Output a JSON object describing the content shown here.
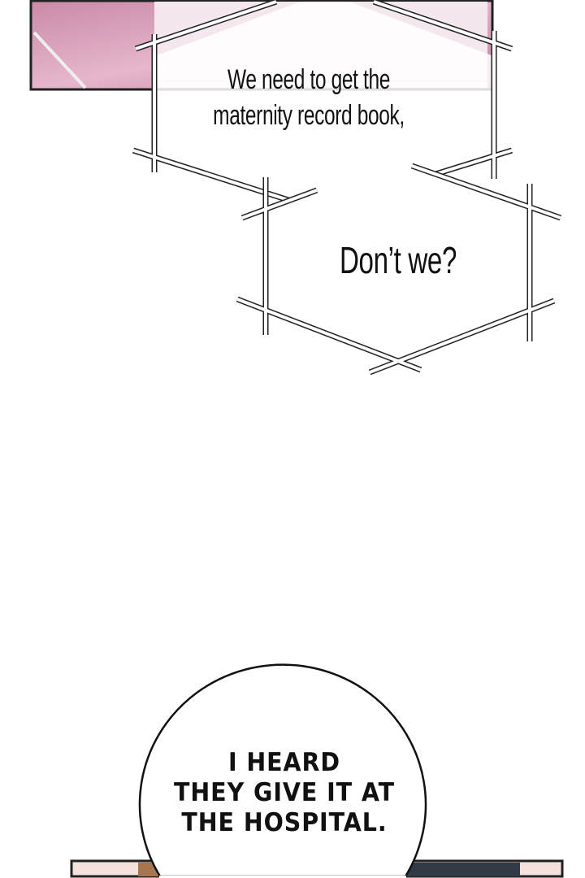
{
  "bubbles": {
    "first": [
      "We need to get the",
      "maternity record book,"
    ],
    "second": "Don’t we?",
    "third": [
      "I HEARD",
      "THEY GIVE IT AT",
      "THE HOSPITAL."
    ]
  },
  "colors": {
    "panel_pink": "#d9a3bd",
    "outline": "#222222"
  }
}
